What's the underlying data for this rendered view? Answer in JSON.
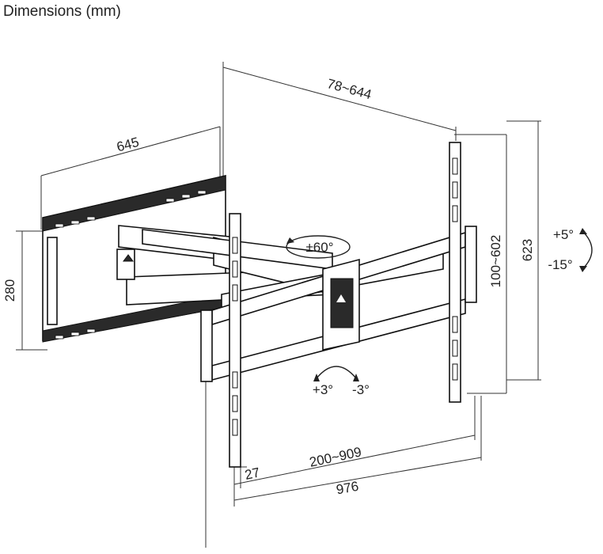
{
  "title": "Dimensions (mm)",
  "dimensions": {
    "arm_extension": "645",
    "vesa_horizontal": "78~644",
    "plate_height": "280",
    "vesa_vertical": "100~602",
    "overall_height": "623",
    "vesa_range": "200~909",
    "edge_offset": "27",
    "overall_width": "976"
  },
  "adjustments": {
    "swivel": "±60°",
    "tilt_up": "+5°",
    "tilt_down": "-15°",
    "level_plus": "+3°",
    "level_minus": "-3°"
  }
}
